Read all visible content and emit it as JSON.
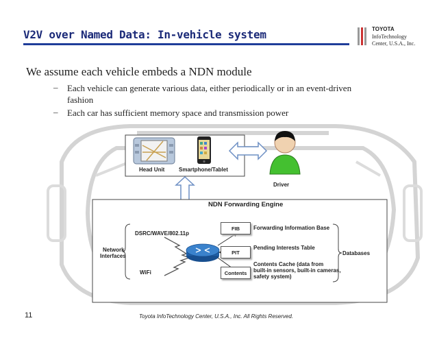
{
  "slide": {
    "title": "V2V over Named Data: In-vehicle system",
    "logo": {
      "line1": "TOYOTA",
      "line2": "InfoTechnology",
      "line3": "Center, U.S.A., Inc."
    },
    "intro": "We assume each vehicle embeds a NDN module",
    "bullets": [
      {
        "dash": "–",
        "lines": [
          "Each vehicle can generate various data, either periodically or in an event-driven",
          "fashion"
        ]
      },
      {
        "dash": "–",
        "lines": [
          "Each car has sufficient memory space and transmission power"
        ]
      }
    ],
    "footer": "Toyota InfoTechnology Center, U.S.A., Inc.  All Rights Reserved.",
    "page_number": "11"
  },
  "diagram": {
    "head_unit": "Head Unit",
    "smartphone": "Smartphone/Tablet",
    "driver": "Driver",
    "engine_title": "NDN Forwarding Engine",
    "dsrc": "DSRC/WAVE/802.11p",
    "wifi": "WiFi",
    "network_interfaces": [
      "Network",
      "Interfaces"
    ],
    "databases": "Databases",
    "tables": [
      {
        "name": "FIB",
        "desc": [
          "Forwarding Information Base"
        ]
      },
      {
        "name": "PIT",
        "desc": [
          "Pending Interests Table"
        ]
      },
      {
        "name": "Contents",
        "desc": [
          "Contents Cache (data from",
          "built-in sensors, built-in cameras,",
          "safety system)"
        ]
      }
    ],
    "colors": {
      "title": "#1b2a78",
      "rule": "#1f3d99",
      "router": "#1f5fa6",
      "arrow": "#6d8fc4",
      "driver_shirt": "#44c030"
    }
  }
}
